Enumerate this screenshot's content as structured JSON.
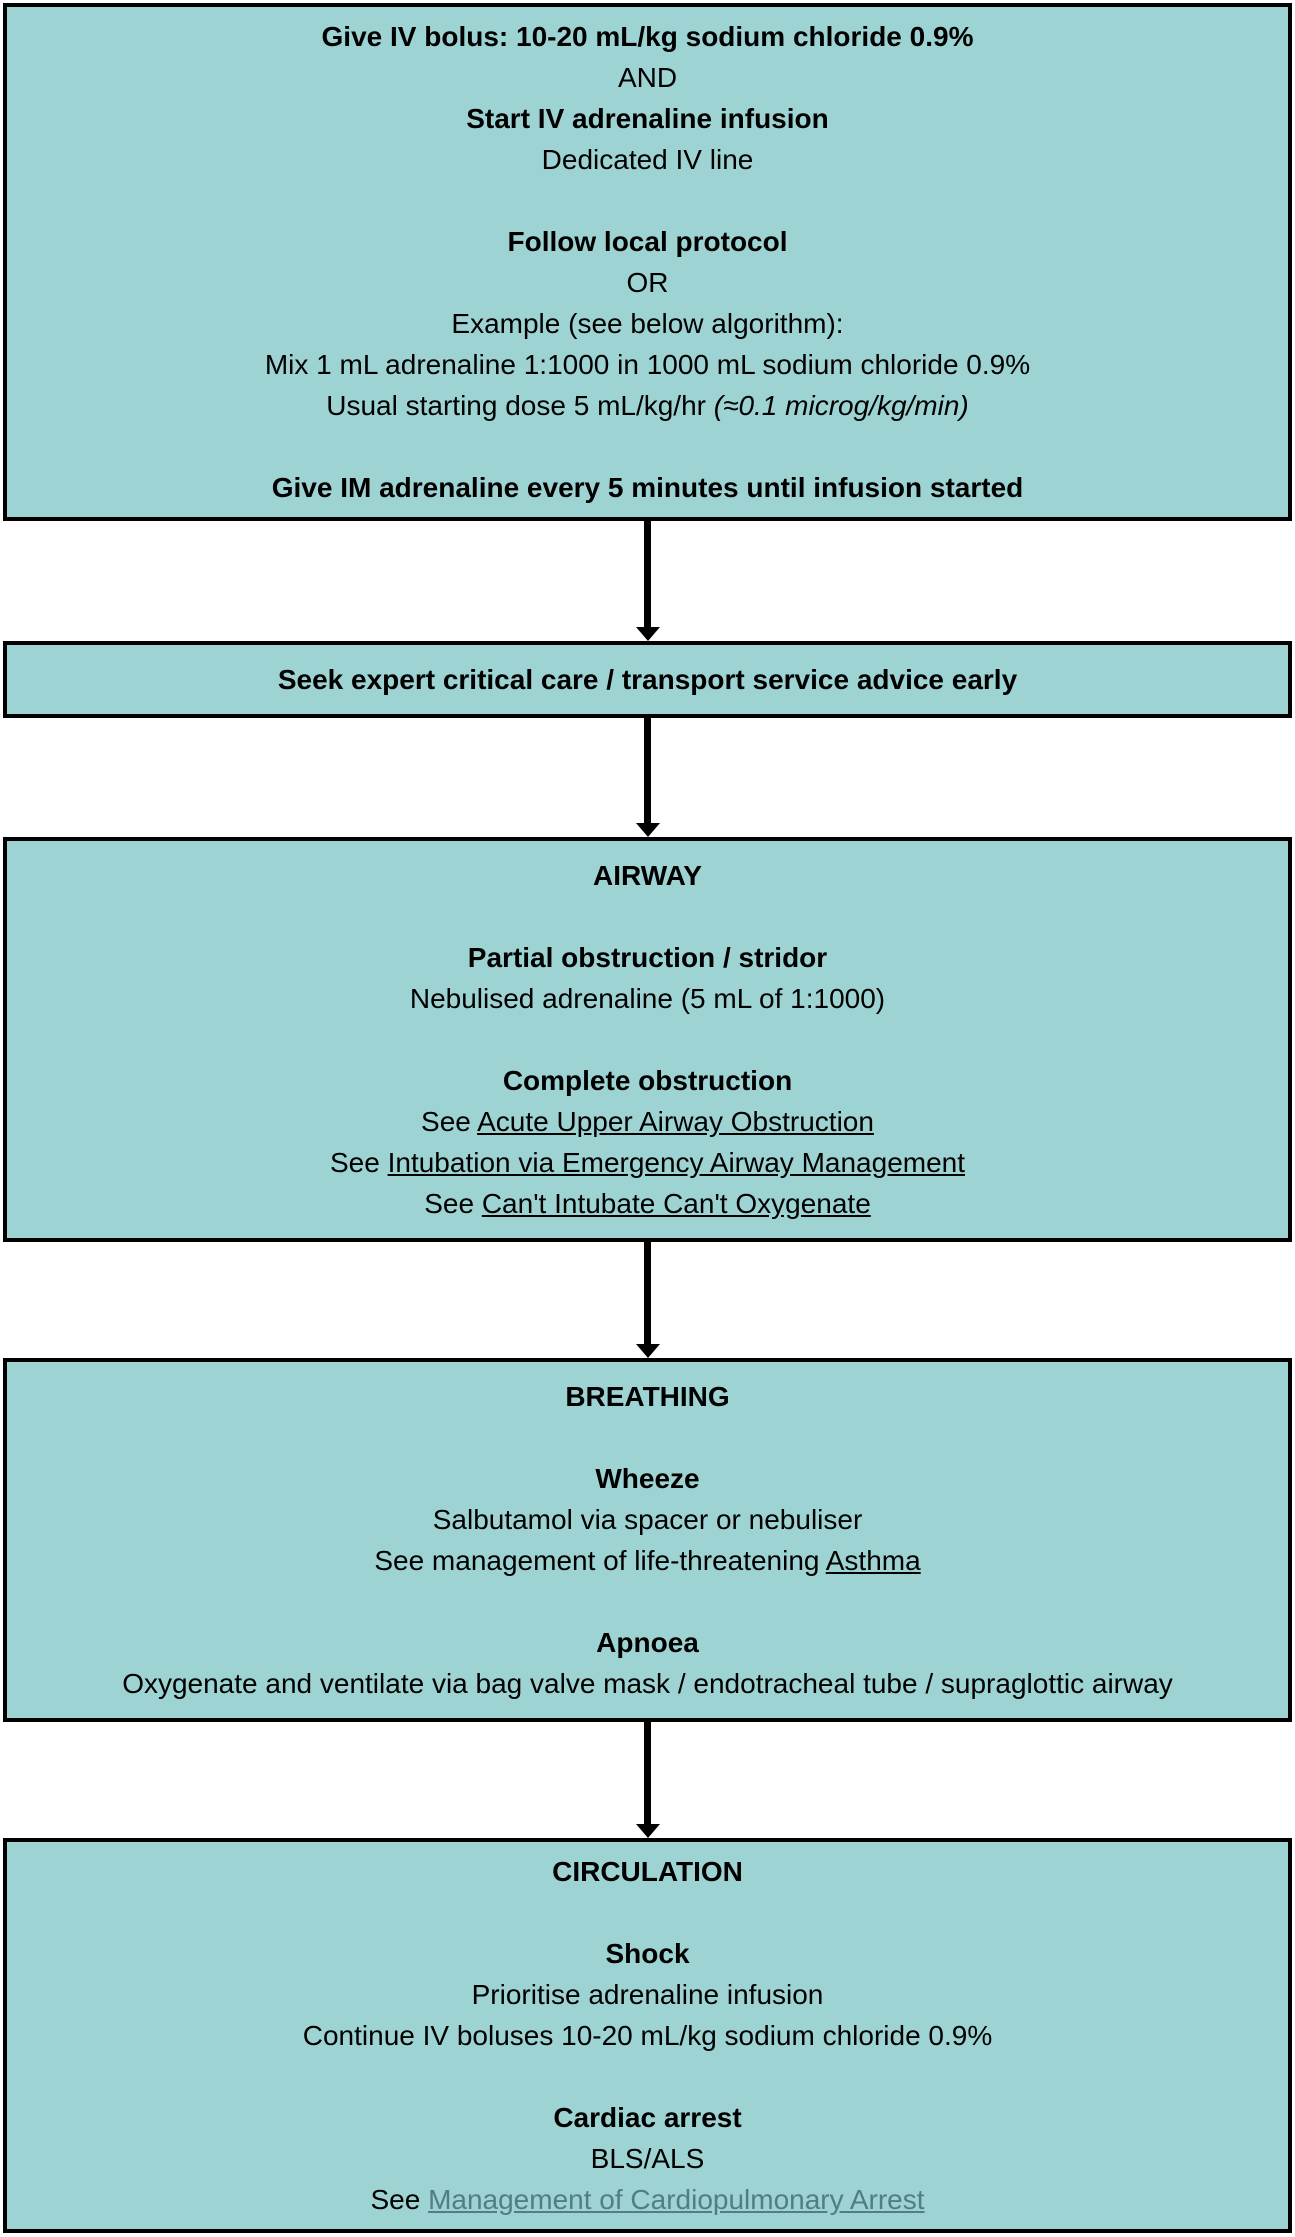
{
  "colors": {
    "page_background": "#ffffff",
    "box_fill": "#9ed3d3",
    "box_border": "#000000",
    "text": "#000000",
    "muted_teal_link": "#527d85"
  },
  "flowchart": {
    "boxes": [
      {
        "name": "box-iv-fluids-adrenaline-infusion",
        "lines": [
          {
            "parts": [
              {
                "text": "Give IV bolus: 10-20 mL/kg sodium chloride 0.9%",
                "bold": true
              }
            ]
          },
          {
            "parts": [
              {
                "text": "AND"
              }
            ]
          },
          {
            "parts": [
              {
                "text": "Start IV adrenaline infusion",
                "bold": true
              }
            ]
          },
          {
            "parts": [
              {
                "text": "Dedicated IV line"
              }
            ]
          },
          {
            "parts": []
          },
          {
            "parts": [
              {
                "text": "Follow local protocol",
                "bold": true
              }
            ]
          },
          {
            "parts": [
              {
                "text": "OR"
              }
            ]
          },
          {
            "parts": [
              {
                "text": "Example (see below algorithm):"
              }
            ]
          },
          {
            "parts": [
              {
                "text": "Mix 1 mL adrenaline 1:1000 in 1000 mL sodium chloride 0.9%"
              }
            ]
          },
          {
            "parts": [
              {
                "text": "Usual starting dose 5 mL/kg/hr "
              },
              {
                "text": "(≈0.1 microg/kg/min)",
                "italic": true
              }
            ]
          },
          {
            "parts": []
          },
          {
            "parts": [
              {
                "text": "Give IM adrenaline every 5 minutes until infusion started",
                "bold": true
              }
            ]
          }
        ]
      },
      {
        "name": "box-seek-expert-advice",
        "lines": [
          {
            "parts": [
              {
                "text": "Seek expert critical care / transport service advice early",
                "bold": true
              }
            ]
          }
        ]
      },
      {
        "name": "box-airway",
        "lines": [
          {
            "parts": [
              {
                "text": "AIRWAY",
                "bold": true,
                "name": "airway-heading"
              }
            ]
          },
          {
            "parts": []
          },
          {
            "parts": [
              {
                "text": "Partial obstruction / stridor",
                "bold": true
              }
            ]
          },
          {
            "parts": [
              {
                "text": "Nebulised adrenaline (5 mL of 1:1000)"
              }
            ]
          },
          {
            "parts": []
          },
          {
            "parts": [
              {
                "text": "Complete obstruction",
                "bold": true
              }
            ]
          },
          {
            "parts": [
              {
                "text": "See "
              },
              {
                "text": "Acute Upper Airway Obstruction",
                "underline": true,
                "interactable": true,
                "name": "link-acute-upper-airway-obstruction"
              }
            ]
          },
          {
            "parts": [
              {
                "text": "See "
              },
              {
                "text": "Intubation via Emergency Airway Management",
                "underline": true,
                "interactable": true,
                "name": "link-intubation-via-emergency-airway-management"
              }
            ]
          },
          {
            "parts": [
              {
                "text": "See "
              },
              {
                "text": "Can't Intubate Can't Oxygenate",
                "underline": true,
                "interactable": true,
                "name": "link-cant-intubate-cant-oxygenate"
              }
            ]
          }
        ]
      },
      {
        "name": "box-breathing",
        "lines": [
          {
            "parts": [
              {
                "text": "BREATHING",
                "bold": true,
                "name": "breathing-heading"
              }
            ]
          },
          {
            "parts": []
          },
          {
            "parts": [
              {
                "text": "Wheeze",
                "bold": true
              }
            ]
          },
          {
            "parts": [
              {
                "text": "Salbutamol via spacer or nebuliser"
              }
            ]
          },
          {
            "parts": [
              {
                "text": "See management of life-threatening "
              },
              {
                "text": "Asthma",
                "underline": true,
                "interactable": true,
                "name": "link-asthma"
              }
            ]
          },
          {
            "parts": []
          },
          {
            "parts": [
              {
                "text": "Apnoea",
                "bold": true
              }
            ]
          },
          {
            "parts": [
              {
                "text": "Oxygenate and ventilate via bag valve mask / endotracheal tube / supraglottic airway"
              }
            ]
          }
        ]
      },
      {
        "name": "box-circulation",
        "lines": [
          {
            "parts": [
              {
                "text": "CIRCULATION",
                "bold": true,
                "name": "circulation-heading"
              }
            ]
          },
          {
            "parts": []
          },
          {
            "parts": [
              {
                "text": "Shock",
                "bold": true
              }
            ]
          },
          {
            "parts": [
              {
                "text": "Prioritise adrenaline infusion"
              }
            ]
          },
          {
            "parts": [
              {
                "text": "Continue IV boluses 10-20 mL/kg sodium chloride 0.9%"
              }
            ]
          },
          {
            "parts": []
          },
          {
            "parts": [
              {
                "text": "Cardiac arrest",
                "bold": true
              }
            ]
          },
          {
            "parts": [
              {
                "text": "BLS/ALS"
              }
            ]
          },
          {
            "parts": [
              {
                "text": "See "
              },
              {
                "text": "Management of Cardiopulmonary Arrest",
                "underline": true,
                "interactable": true,
                "color": "muted_teal_link",
                "name": "link-management-of-cardiopulmonary-arrest"
              }
            ]
          }
        ]
      }
    ]
  }
}
